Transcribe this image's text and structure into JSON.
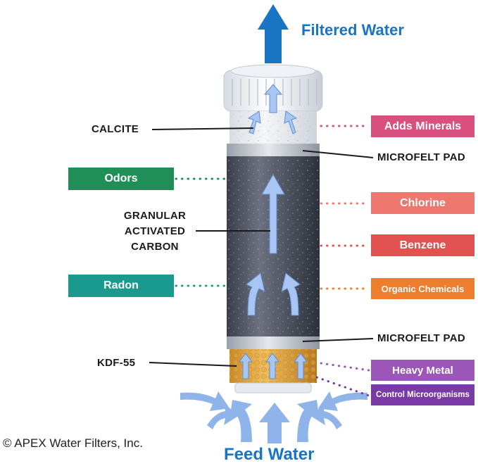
{
  "title_top": "Filtered Water",
  "title_bottom": "Feed Water",
  "copyright": "© APEX Water Filters, Inc.",
  "layers": {
    "calcite": "CALCITE",
    "microfelt_top": "MICROFELT PAD",
    "gac_line1": "GRANULAR",
    "gac_line2": "ACTIVATED",
    "gac_line3": "CARBON",
    "microfelt_bottom": "MICROFELT PAD",
    "kdf": "KDF-55"
  },
  "removes_left": {
    "odors": "Odors",
    "radon": "Radon"
  },
  "effects_right": {
    "adds_minerals": "Adds Minerals",
    "chlorine": "Chlorine",
    "benzene": "Benzene",
    "organic_chemicals": "Organic Chemicals",
    "heavy_metal": "Heavy Metal",
    "control_microorganisms": "Control Microorganisms"
  },
  "colors": {
    "title_blue": "#1a74c4",
    "odors": "#1f8e57",
    "radon": "#1a9a8e",
    "adds_minerals": "#d94f7d",
    "chlorine": "#ee7770",
    "benzene": "#e0514f",
    "organic_chemicals": "#ee7d2e",
    "heavy_metal": "#9b56b8",
    "control_microorganisms": "#7a3aa6",
    "arrow_blue": "#8fb4ea"
  }
}
